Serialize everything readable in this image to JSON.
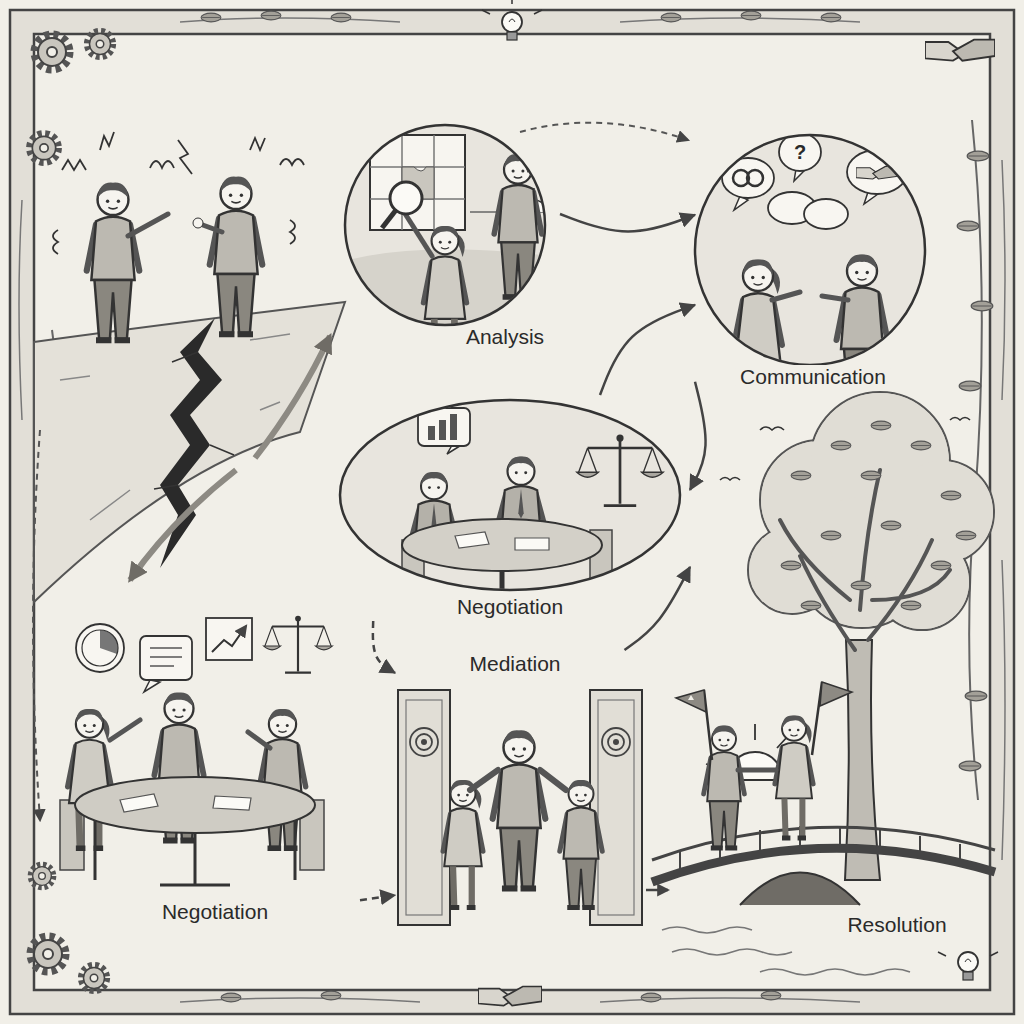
{
  "diagram": {
    "nodes": [
      {
        "text": [
          "Analysis"
        ]
      },
      {
        "text": [
          "Communication"
        ]
      },
      {
        "text": [
          "Negotiation"
        ]
      },
      {
        "text": [
          "Mediation"
        ]
      },
      {
        "text": [
          "Negotiation"
        ]
      },
      {
        "text": [
          "Resolution"
        ]
      }
    ],
    "edges": [
      {
        "from": 0,
        "to": 1,
        "arrow": "to"
      },
      {
        "from": 1,
        "to": 2,
        "arrow": "to"
      },
      {
        "from": 2,
        "to": 1,
        "arrow": "to"
      },
      {
        "from": 2,
        "to": 3,
        "arrow": "to"
      },
      {
        "from": 4,
        "to": 3,
        "arrow": "to"
      },
      {
        "from": 3,
        "to": 5,
        "arrow": "to"
      }
    ],
    "labels": [
      "?"
    ]
  }
}
